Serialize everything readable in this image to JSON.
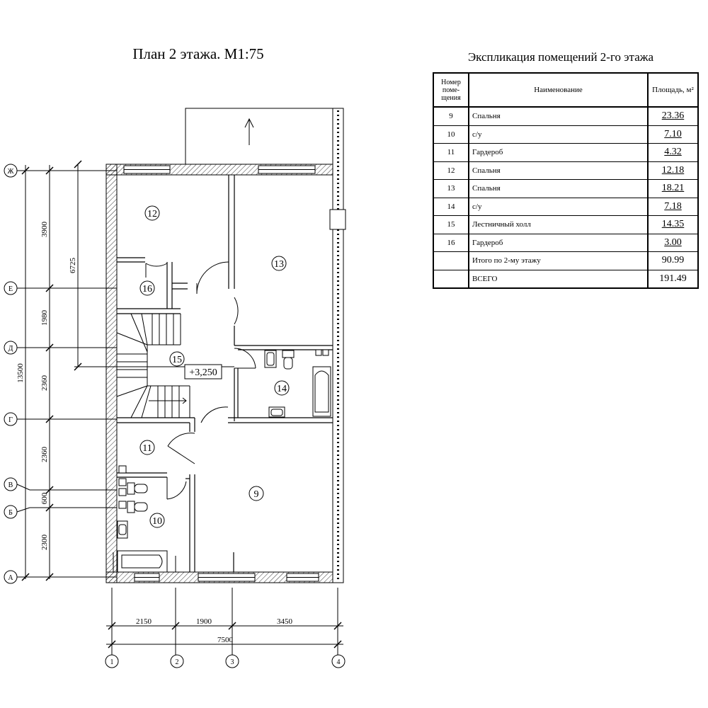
{
  "plan": {
    "title": "План 2 этажа. М1:75",
    "elevation": "+3,250",
    "rooms": [
      "12",
      "13",
      "16",
      "15",
      "14",
      "11",
      "9",
      "10"
    ],
    "axes_letters": [
      "Ж",
      "Е",
      "Д",
      "Г",
      "В",
      "Б",
      "А"
    ],
    "axes_numbers": [
      "1",
      "2",
      "3",
      "4"
    ],
    "dims_vertical": [
      "3900",
      "1980",
      "2360",
      "2360",
      "600",
      "2300",
      "6725",
      "13500"
    ],
    "dims_horizontal": [
      "2150",
      "1900",
      "3450",
      "7500"
    ]
  },
  "explication": {
    "title": "Экспликация помещений 2-го этажа",
    "headers": {
      "number": "Номер поме-щения",
      "number_lines": [
        "Номер",
        "поме-",
        "щения"
      ],
      "name": "Наименование",
      "area": "Площадь, м²"
    },
    "rows": [
      {
        "num": "9",
        "name": "Спальня",
        "area": "23.36"
      },
      {
        "num": "10",
        "name": "с/у",
        "area": "7.10"
      },
      {
        "num": "11",
        "name": "Гардероб",
        "area": "4.32"
      },
      {
        "num": "12",
        "name": "Спальня",
        "area": "12.18"
      },
      {
        "num": "13",
        "name": "Спальня",
        "area": "18.21"
      },
      {
        "num": "14",
        "name": "с/у",
        "area": "7.18"
      },
      {
        "num": "15",
        "name": "Лестничный холл",
        "area": "14.35"
      },
      {
        "num": "16",
        "name": "Гардероб",
        "area": "3.00"
      }
    ],
    "total_floor": {
      "label": "Итого по 2-му этажу",
      "area": "90.99"
    },
    "total_all": {
      "label": "ВСЕГО",
      "area": "191.49"
    }
  }
}
